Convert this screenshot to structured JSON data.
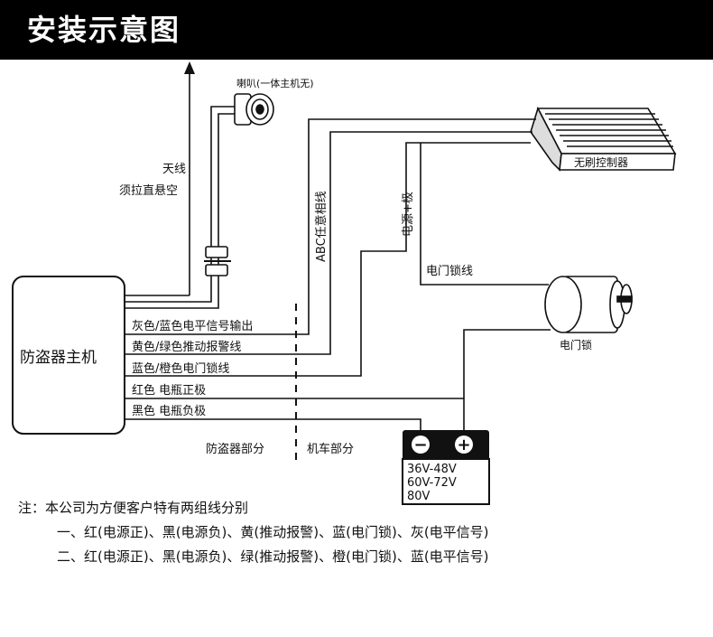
{
  "header": {
    "title": "安装示意图"
  },
  "components": {
    "main_unit": "防盗器主机",
    "horn": "喇叭(一体主机无)",
    "antenna_line1": "天线",
    "antenna_line2": "须拉直悬空",
    "controller": "无刷控制器",
    "abc_label": "ABC任意相线",
    "power_plus": "电源+极",
    "lock_wire": "电门锁线",
    "lock": "电门锁",
    "alarm_section": "防盗器部分",
    "vehicle_section": "机车部分"
  },
  "wires": [
    "灰色/蓝色电平信号输出",
    "黄色/绿色推动报警线",
    "蓝色/橙色电门锁线",
    "红色  电瓶正极",
    "黑色  电瓶负极"
  ],
  "battery": {
    "minus": "−",
    "plus": "+",
    "voltages": [
      "36V-48V",
      "60V-72V",
      "80V"
    ]
  },
  "notes": {
    "intro": "注：本公司为方便客户特有两组线分别",
    "group1": "一、红(电源正)、黑(电源负)、黄(推动报警)、蓝(电门锁)、灰(电平信号)",
    "group2": "二、红(电源正)、黑(电源负)、绿(推动报警)、橙(电门锁)、蓝(电平信号)"
  },
  "colors": {
    "header_bg": "#000000",
    "line": "#111111"
  }
}
